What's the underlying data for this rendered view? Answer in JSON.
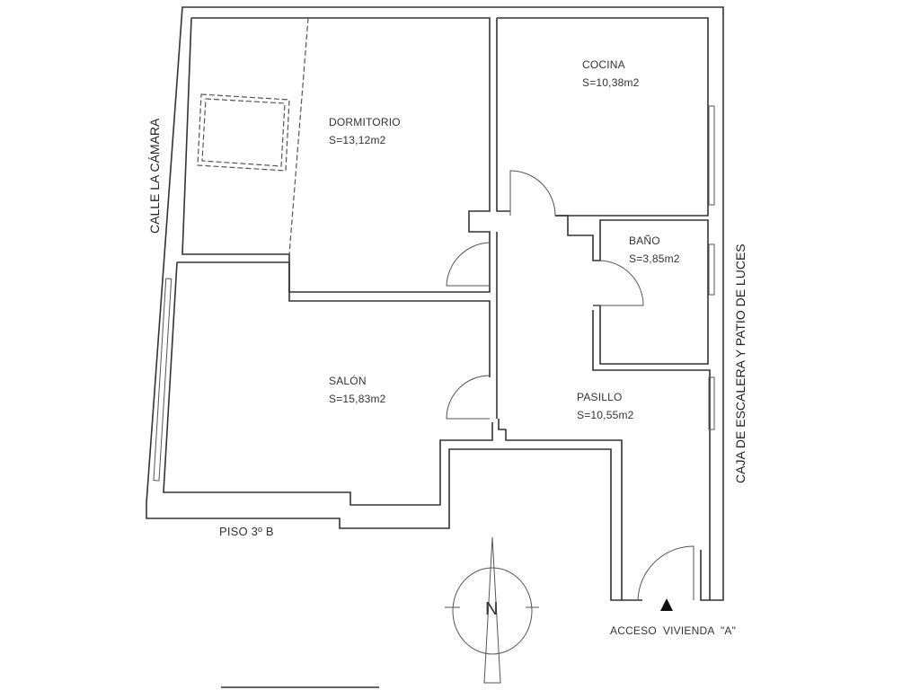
{
  "rooms": [
    {
      "name": "DORMITORIO",
      "area": "S=13,12m2"
    },
    {
      "name": "COCINA",
      "area": "S=10,38m2"
    },
    {
      "name": "BAÑO",
      "area": "S=3,85m2"
    },
    {
      "name": "SALÓN",
      "area": "S=15,83m2"
    },
    {
      "name": "PASILLO",
      "area": "S=10,55m2"
    }
  ],
  "streets": {
    "left": "CALLE LA CÁMARA",
    "right": "CAJA DE ESCALERA Y PATIO DE LUCES"
  },
  "floor_label": "PISO 3º B",
  "entrance_label": "ACCESO  VIVIENDA  \"A\"",
  "compass_letter": "N"
}
